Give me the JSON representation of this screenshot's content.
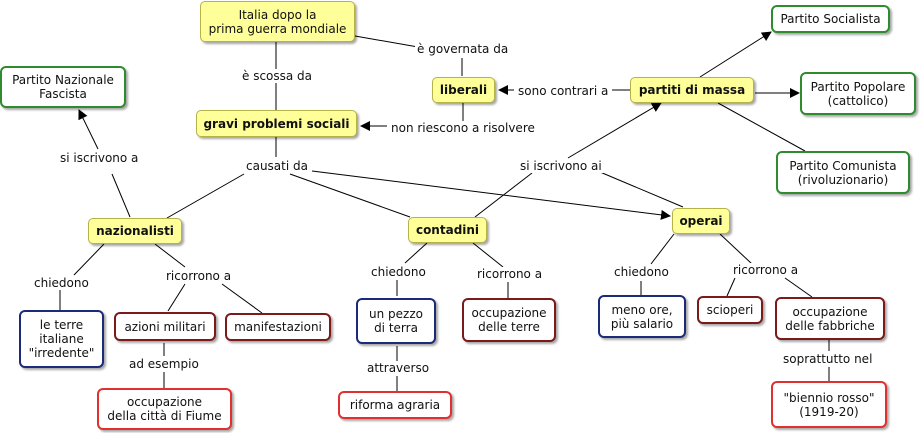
{
  "nodes": {
    "italia": "Italia dopo la\nprima guerra mondiale",
    "gravi": "gravi problemi sociali",
    "liberali": "liberali",
    "partiti_massa": "partiti di massa",
    "partito_socialista": "Partito Socialista",
    "partito_popolare": "Partito Popolare\n(cattolico)",
    "partito_comunista": "Partito Comunista\n(rivoluzionario)",
    "partito_fascista": "Partito Nazionale\nFascista",
    "nazionalisti": "nazionalisti",
    "contadini": "contadini",
    "operai": "operai",
    "terre_italiane": "le terre\nitaliane\n\"irredente\"",
    "azioni_militari": "azioni militari",
    "manifestazioni": "manifestazioni",
    "fiume": "occupazione\ndella città di Fiume",
    "pezzo_terra": "un pezzo\ndi terra",
    "riforma": "riforma agraria",
    "occupazione_terre": "occupazione\ndelle terre",
    "meno_ore": "meno ore,\npiù salario",
    "scioperi": "scioperi",
    "occupazione_fabbriche": "occupazione\ndelle fabbriche",
    "biennio": "\"biennio rosso\"\n(1919-20)"
  },
  "labels": {
    "e_scossa_da": "è scossa da",
    "e_governata_da": "è governata da",
    "sono_contrari_a": "sono contrari a",
    "non_riescono": "non riescono a risolvere",
    "causati_da": "causati da",
    "si_iscrivono_ai": "si iscrivono ai",
    "si_iscrivono_a": "si iscrivono a",
    "chiedono_naz": "chiedono",
    "ricorrono_naz": "ricorrono a",
    "ad_esempio": "ad esempio",
    "chiedono_cont": "chiedono",
    "ricorrono_cont": "ricorrono a",
    "attraverso": "attraverso",
    "chiedono_op": "chiedono",
    "ricorrono_op": "ricorrono a",
    "soprattutto_nel": "soprattutto nel"
  },
  "colors": {
    "concept_fill": "#ffff99",
    "green_border": "#2e8b2e",
    "navy_border": "#1c2a7a",
    "maroon_border": "#7a1a1a",
    "red_border": "#e03030",
    "line": "#000000"
  }
}
